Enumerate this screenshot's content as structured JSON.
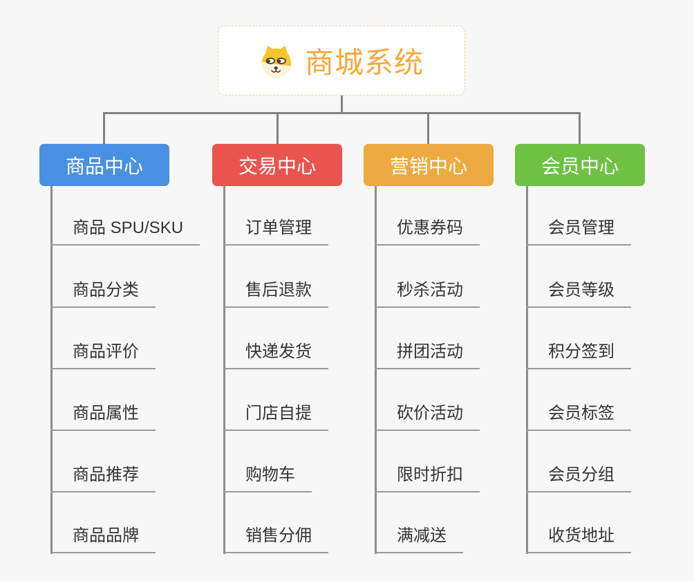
{
  "root": {
    "title": "商城系统",
    "icon": "shiba-dog-icon"
  },
  "colors": {
    "background": "#f7f7f7",
    "root_title": "#f6a83b",
    "root_border": "#f1cc8f",
    "connector": "#828282",
    "underline": "#9a9a9a",
    "item_text": "#333333",
    "branch_text": "#ffffff"
  },
  "branches": [
    {
      "label": "商品中心",
      "color": "#4a90e2",
      "items": [
        "商品 SPU/SKU",
        "商品分类",
        "商品评价",
        "商品属性",
        "商品推荐",
        "商品品牌"
      ]
    },
    {
      "label": "交易中心",
      "color": "#e9544f",
      "items": [
        "订单管理",
        "售后退款",
        "快递发货",
        "门店自提",
        "购物车",
        "销售分佣"
      ]
    },
    {
      "label": "营销中心",
      "color": "#ecaa40",
      "items": [
        "优惠券码",
        "秒杀活动",
        "拼团活动",
        "砍价活动",
        "限时折扣",
        "满减送"
      ]
    },
    {
      "label": "会员中心",
      "color": "#6ec143",
      "items": [
        "会员管理",
        "会员等级",
        "积分签到",
        "会员标签",
        "会员分组",
        "收货地址"
      ]
    }
  ]
}
